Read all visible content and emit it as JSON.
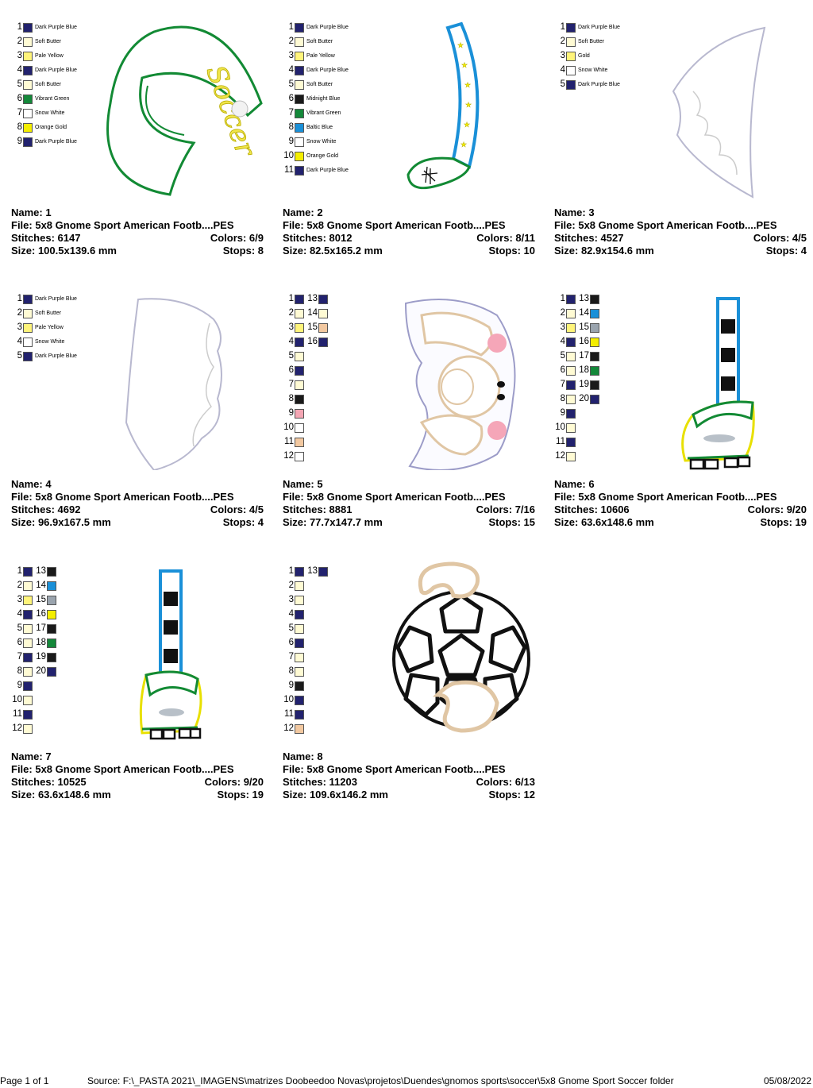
{
  "labels": {
    "name": "Name:",
    "file": "File:",
    "stitches": "Stitches:",
    "colors": "Colors:",
    "size": "Size:",
    "stops": "Stops:"
  },
  "designs": [
    {
      "name": "1",
      "file": "5x8 Gnome Sport American Footb....PES",
      "stitches": "6147",
      "colors": "6/9",
      "size": "100.5x139.6 mm",
      "stops": "8",
      "legend_style": "named",
      "legend": [
        {
          "n": "1",
          "name": "Dark Purple Blue",
          "hex": "#22226e"
        },
        {
          "n": "2",
          "name": "Soft Butter",
          "hex": "#fffbd4"
        },
        {
          "n": "3",
          "name": "Pale Yellow",
          "hex": "#fff47a"
        },
        {
          "n": "4",
          "name": "Dark Purple Blue",
          "hex": "#22226e"
        },
        {
          "n": "5",
          "name": "Soft Butter",
          "hex": "#fffbd4"
        },
        {
          "n": "6",
          "name": "Vibrant Green",
          "hex": "#14883a"
        },
        {
          "n": "7",
          "name": "Snow White",
          "hex": "#ffffff"
        },
        {
          "n": "8",
          "name": "Orange Gold",
          "hex": "#f4ee00"
        },
        {
          "n": "9",
          "name": "Dark Purple Blue",
          "hex": "#22226e"
        }
      ]
    },
    {
      "name": "2",
      "file": "5x8 Gnome Sport American Footb....PES",
      "stitches": "8012",
      "colors": "8/11",
      "size": "82.5x165.2 mm",
      "stops": "10",
      "legend_style": "named",
      "legend": [
        {
          "n": "1",
          "name": "Dark Purple Blue",
          "hex": "#22226e"
        },
        {
          "n": "2",
          "name": "Soft Butter",
          "hex": "#fffbd4"
        },
        {
          "n": "3",
          "name": "Pale Yellow",
          "hex": "#fff47a"
        },
        {
          "n": "4",
          "name": "Dark Purple Blue",
          "hex": "#22226e"
        },
        {
          "n": "5",
          "name": "Soft Butter",
          "hex": "#fffbd4"
        },
        {
          "n": "6",
          "name": "Midnight Blue",
          "hex": "#1a1a1a"
        },
        {
          "n": "7",
          "name": "Vibrant Green",
          "hex": "#14883a"
        },
        {
          "n": "8",
          "name": "Baltic Blue",
          "hex": "#1a90d8"
        },
        {
          "n": "9",
          "name": "Snow White",
          "hex": "#ffffff"
        },
        {
          "n": "10",
          "name": "Orange Gold",
          "hex": "#f4ee00"
        },
        {
          "n": "11",
          "name": "Dark Purple Blue",
          "hex": "#22226e"
        }
      ]
    },
    {
      "name": "3",
      "file": "5x8 Gnome Sport American Footb....PES",
      "stitches": "4527",
      "colors": "4/5",
      "size": "82.9x154.6 mm",
      "stops": "4",
      "legend_style": "named",
      "legend": [
        {
          "n": "1",
          "name": "Dark Purple Blue",
          "hex": "#22226e"
        },
        {
          "n": "2",
          "name": "Soft Butter",
          "hex": "#fffbd4"
        },
        {
          "n": "3",
          "name": "Gold",
          "hex": "#fff47a"
        },
        {
          "n": "4",
          "name": "Snow White",
          "hex": "#ffffff"
        },
        {
          "n": "5",
          "name": "Dark Purple Blue",
          "hex": "#22226e"
        }
      ]
    },
    {
      "name": "4",
      "file": "5x8 Gnome Sport American Footb....PES",
      "stitches": "4692",
      "colors": "4/5",
      "size": "96.9x167.5 mm",
      "stops": "4",
      "legend_style": "named",
      "legend": [
        {
          "n": "1",
          "name": "Dark Purple Blue",
          "hex": "#22226e"
        },
        {
          "n": "2",
          "name": "Soft Butter",
          "hex": "#fffbd4"
        },
        {
          "n": "3",
          "name": "Pale Yellow",
          "hex": "#fff47a"
        },
        {
          "n": "4",
          "name": "Snow White",
          "hex": "#ffffff"
        },
        {
          "n": "5",
          "name": "Dark Purple Blue",
          "hex": "#22226e"
        }
      ]
    },
    {
      "name": "5",
      "file": "5x8 Gnome Sport American Footb....PES",
      "stitches": "8881",
      "colors": "7/16",
      "size": "77.7x147.7 mm",
      "stops": "15",
      "legend_style": "numbered",
      "legend": [
        {
          "n": "1",
          "hex": "#22226e"
        },
        {
          "n": "2",
          "hex": "#fffbd4"
        },
        {
          "n": "3",
          "hex": "#fff47a"
        },
        {
          "n": "4",
          "hex": "#22226e"
        },
        {
          "n": "5",
          "hex": "#fffbd4"
        },
        {
          "n": "6",
          "hex": "#22226e"
        },
        {
          "n": "7",
          "hex": "#fffbd4"
        },
        {
          "n": "8",
          "hex": "#1a1a1a"
        },
        {
          "n": "9",
          "hex": "#f4a6b4"
        },
        {
          "n": "10",
          "hex": "#ffffff"
        },
        {
          "n": "11",
          "hex": "#f2c8a0"
        },
        {
          "n": "12",
          "hex": "#ffffff"
        }
      ],
      "legend2": [
        {
          "n": "13",
          "hex": "#22226e"
        },
        {
          "n": "14",
          "hex": "#fffbd4"
        },
        {
          "n": "15",
          "hex": "#f2c8a0"
        },
        {
          "n": "16",
          "hex": "#22226e"
        }
      ]
    },
    {
      "name": "6",
      "file": "5x8 Gnome Sport American Footb....PES",
      "stitches": "10606",
      "colors": "9/20",
      "size": "63.6x148.6 mm",
      "stops": "19",
      "legend_style": "numbered",
      "legend": [
        {
          "n": "1",
          "hex": "#22226e"
        },
        {
          "n": "2",
          "hex": "#fffbd4"
        },
        {
          "n": "3",
          "hex": "#fff47a"
        },
        {
          "n": "4",
          "hex": "#22226e"
        },
        {
          "n": "5",
          "hex": "#fffbd4"
        },
        {
          "n": "6",
          "hex": "#fffbd4"
        },
        {
          "n": "7",
          "hex": "#22226e"
        },
        {
          "n": "8",
          "hex": "#fffbd4"
        },
        {
          "n": "9",
          "hex": "#22226e"
        },
        {
          "n": "10",
          "hex": "#fffbd4"
        },
        {
          "n": "11",
          "hex": "#22226e"
        },
        {
          "n": "12",
          "hex": "#fffbd4"
        }
      ],
      "legend2": [
        {
          "n": "13",
          "hex": "#1a1a1a"
        },
        {
          "n": "14",
          "hex": "#1a90d8"
        },
        {
          "n": "15",
          "hex": "#9aa4ae"
        },
        {
          "n": "16",
          "hex": "#f4ee00"
        },
        {
          "n": "17",
          "hex": "#1a1a1a"
        },
        {
          "n": "18",
          "hex": "#14883a"
        },
        {
          "n": "19",
          "hex": "#1a1a1a"
        },
        {
          "n": "20",
          "hex": "#22226e"
        }
      ]
    },
    {
      "name": "7",
      "file": "5x8 Gnome Sport American Footb....PES",
      "stitches": "10525",
      "colors": "9/20",
      "size": "63.6x148.6 mm",
      "stops": "19",
      "legend_style": "numbered",
      "legend": [
        {
          "n": "1",
          "hex": "#22226e"
        },
        {
          "n": "2",
          "hex": "#fffbd4"
        },
        {
          "n": "3",
          "hex": "#fff47a"
        },
        {
          "n": "4",
          "hex": "#22226e"
        },
        {
          "n": "5",
          "hex": "#fffbd4"
        },
        {
          "n": "6",
          "hex": "#fffbd4"
        },
        {
          "n": "7",
          "hex": "#22226e"
        },
        {
          "n": "8",
          "hex": "#fffbd4"
        },
        {
          "n": "9",
          "hex": "#22226e"
        },
        {
          "n": "10",
          "hex": "#fffbd4"
        },
        {
          "n": "11",
          "hex": "#22226e"
        },
        {
          "n": "12",
          "hex": "#fffbd4"
        }
      ],
      "legend2": [
        {
          "n": "13",
          "hex": "#1a1a1a"
        },
        {
          "n": "14",
          "hex": "#1a90d8"
        },
        {
          "n": "15",
          "hex": "#9aa4ae"
        },
        {
          "n": "16",
          "hex": "#f4ee00"
        },
        {
          "n": "17",
          "hex": "#1a1a1a"
        },
        {
          "n": "18",
          "hex": "#14883a"
        },
        {
          "n": "19",
          "hex": "#1a1a1a"
        },
        {
          "n": "20",
          "hex": "#22226e"
        }
      ]
    },
    {
      "name": "8",
      "file": "5x8 Gnome Sport American Footb....PES",
      "stitches": "11203",
      "colors": "6/13",
      "size": "109.6x146.2 mm",
      "stops": "12",
      "legend_style": "numbered",
      "legend": [
        {
          "n": "1",
          "hex": "#22226e"
        },
        {
          "n": "2",
          "hex": "#fffbd4"
        },
        {
          "n": "3",
          "hex": "#fffbd4"
        },
        {
          "n": "4",
          "hex": "#22226e"
        },
        {
          "n": "5",
          "hex": "#fffbd4"
        },
        {
          "n": "6",
          "hex": "#22226e"
        },
        {
          "n": "7",
          "hex": "#fffbd4"
        },
        {
          "n": "8",
          "hex": "#fffbd4"
        },
        {
          "n": "9",
          "hex": "#1a1a1a"
        },
        {
          "n": "10",
          "hex": "#22226e"
        },
        {
          "n": "11",
          "hex": "#22226e"
        },
        {
          "n": "12",
          "hex": "#f2c8a0"
        }
      ],
      "legend2": [
        {
          "n": "13",
          "hex": "#22226e"
        }
      ]
    }
  ],
  "footer": {
    "page": "Page 1 of 1",
    "source": "Source: F:\\_PASTA 2021\\_IMAGENS\\matrizes Doobeedoo Novas\\projetos\\Duendes\\gnomos sports\\soccer\\5x8 Gnome Sport Soccer folder",
    "date": "05/08/2022"
  }
}
